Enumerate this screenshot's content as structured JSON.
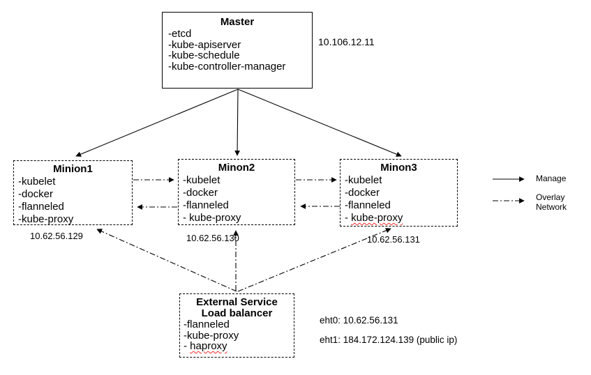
{
  "diagram": {
    "master": {
      "title": "Master",
      "items": [
        "-etcd",
        "-kube-apiserver",
        "-kube-schedule",
        "-kube-controller-manager"
      ],
      "ip": "10.106.12.11"
    },
    "minions": [
      {
        "title": "Minion1",
        "items": [
          "-kubelet",
          "-docker",
          "-flanneled",
          "-kube-proxy"
        ],
        "ip": "10.62.56.129"
      },
      {
        "title": "Minon2",
        "items": [
          "-kubelet",
          "-docker",
          "-flanneled",
          "- kube-proxy"
        ],
        "ip": "10.62.56.130"
      },
      {
        "title": "Minon3",
        "items": [
          "-kubelet",
          "-docker",
          "-flanneled",
          {
            "prefix": "- ",
            "word": "kube-proxy"
          }
        ],
        "ip": "10.62.56.131"
      }
    ],
    "load_balancer": {
      "title_line1": "External Service",
      "title_line2": "Load balancer",
      "items": [
        "-flanneled",
        "-kube-proxy",
        {
          "prefix": "- ",
          "word": "haproxy"
        }
      ]
    },
    "annotations": {
      "eht0": "eht0: 10.62.56.131",
      "eht1": "eht1: 184.172.124.139 (public ip)"
    },
    "legend": {
      "manage": "Manage",
      "overlay_line1": "Overlay",
      "overlay_line2": "Network"
    },
    "colors": {
      "line": "#000000",
      "misspell_underline": "#ff2a2a",
      "background": "#ffffff"
    }
  }
}
